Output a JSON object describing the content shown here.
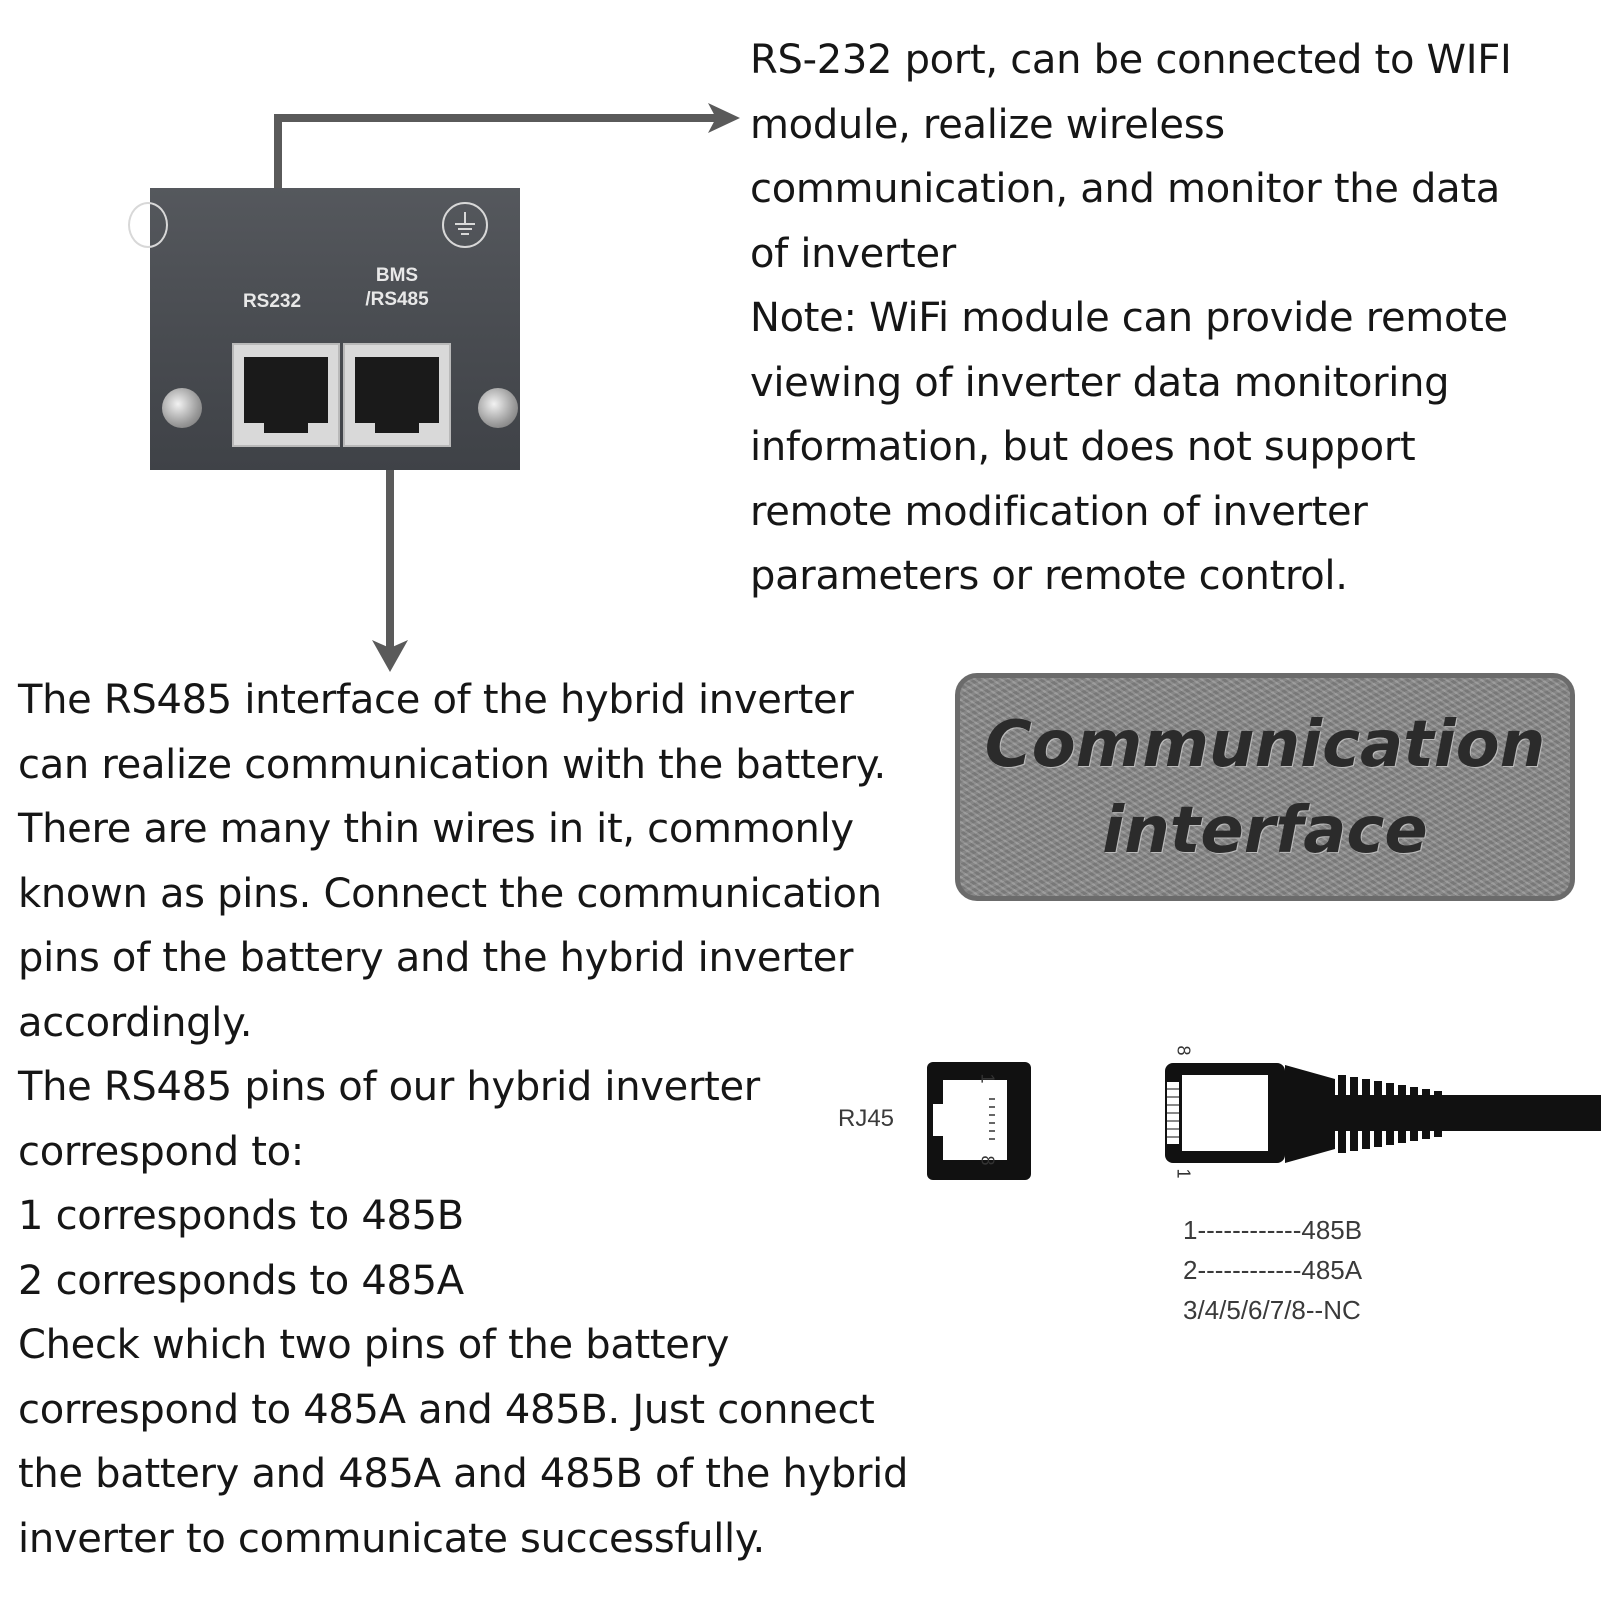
{
  "panel": {
    "rs232_label": "RS232",
    "bms_label_line1": "BMS",
    "bms_label_line2": "/RS485"
  },
  "rs232_description": [
    "RS-232 port, can be connected to WIFI",
    "module, realize wireless",
    "communication, and monitor the data",
    "of inverter",
    "Note: WiFi module can provide remote",
    "viewing of inverter data monitoring",
    "information, but does not support",
    "remote modification of inverter",
    "parameters or remote control."
  ],
  "rs485_description": [
    "The RS485 interface of the hybrid inverter",
    "can realize communication with the battery.",
    "There are many thin wires in it, commonly",
    "known as pins. Connect the communication",
    "pins of the battery and the hybrid inverter",
    "accordingly.",
    "The RS485 pins of our hybrid inverter",
    "correspond to:",
    "1 corresponds to 485B",
    "2 corresponds to 485A",
    "Check which two pins of the battery",
    "correspond to 485A and 485B. Just connect",
    "the battery and 485A and 485B of the hybrid",
    "inverter to communicate successfully."
  ],
  "badge": {
    "line1": "Communication",
    "line2": "interface"
  },
  "rj45": {
    "label": "RJ45",
    "pin_first": "1",
    "pin_last": "8"
  },
  "pin_legend": [
    "1------------485B",
    "2------------485A",
    "3/4/5/6/7/8--NC"
  ],
  "colors": {
    "arrow": "#5a5a5a",
    "panel": "#4a4d52",
    "badge": "#8a8a8a"
  }
}
